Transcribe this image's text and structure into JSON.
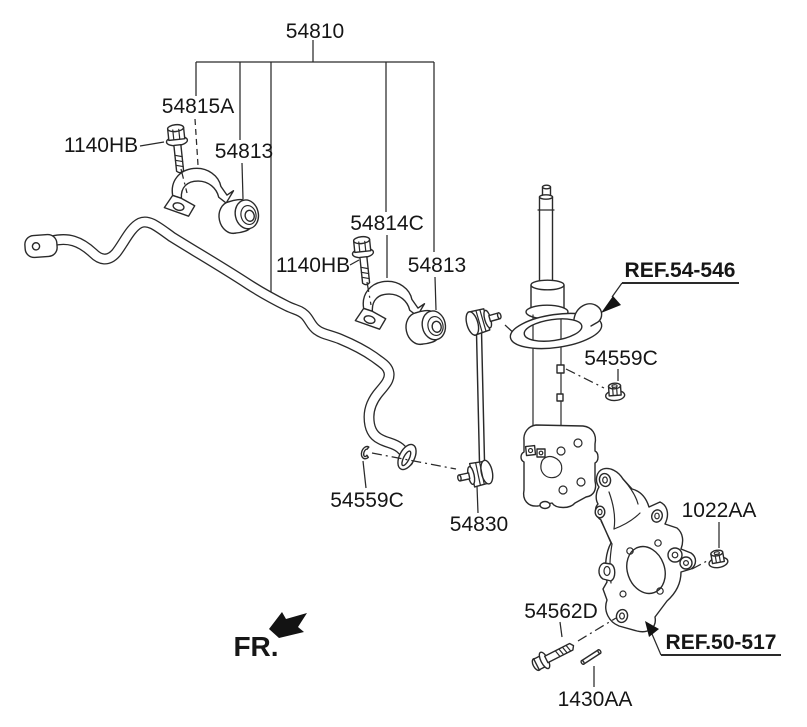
{
  "labels": {
    "assembly": "54810",
    "bracket_left": "54815A",
    "bolt_left": "1140HB",
    "bushing_left": "54813",
    "bracket_right": "54814C",
    "bolt_right": "1140HB",
    "bushing_right": "54813",
    "ref_strut": "REF.54-546",
    "nut_strut": "54559C",
    "washer_bar": "54559C",
    "link": "54830",
    "nut_knuckle": "1022AA",
    "bolt_knuckle": "54562D",
    "ref_knuckle": "REF.50-517",
    "pin": "1430AA",
    "front_indicator": "FR."
  },
  "colors": {
    "background": "#ffffff",
    "line": "#2a2a2a",
    "text": "#161616"
  }
}
